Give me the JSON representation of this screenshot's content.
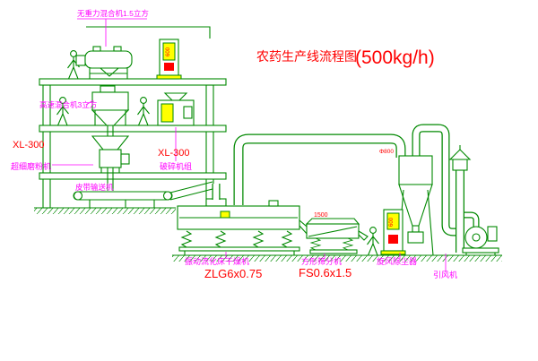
{
  "title": {
    "main": "农药生产线流程图",
    "capacity": "(500kg/h)"
  },
  "labels": {
    "gravity_mixer": "无重力混合机1.5立方",
    "high_speed_mixer": "高速混合机3立方",
    "mill_model": "XL-300",
    "mill_name": "超细磨粉机",
    "crusher_model": "XL-300",
    "crusher_name": "破碎机组",
    "belt_conveyor": "皮带输送机",
    "dryer_name": "振动流化床干燥机",
    "dryer_model": "ZLG6x0.75",
    "sieve_name": "方形筛分机",
    "sieve_model": "FS0.6x1.5",
    "cyclone_name": "旋风除尘器",
    "fan_name": "引风机",
    "cabinet1_text": "600",
    "cabinet2_text": "600",
    "cyclone_dim": "Φ800",
    "sieve_dim": "1500"
  },
  "colors": {
    "line_green": "#008800",
    "label_magenta": "#ff00ff",
    "label_red": "#ff0000",
    "panel_yellow": "#ffff00",
    "background": "#ffffff"
  }
}
